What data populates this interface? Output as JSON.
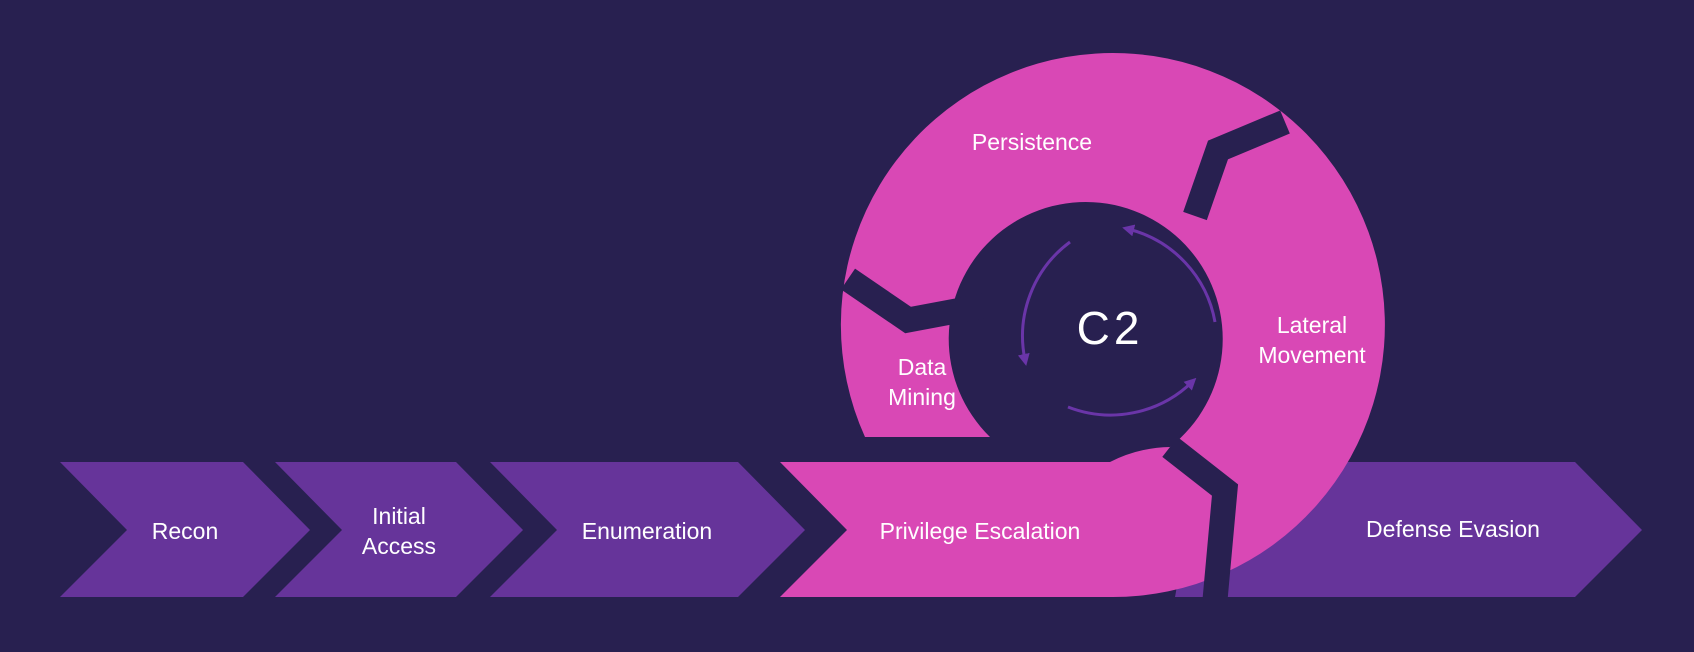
{
  "diagram": {
    "colors": {
      "background": "#282050",
      "purple": "#66349a",
      "magenta": "#d948b5",
      "arrow": "#6a35a8",
      "text": "#ffffff"
    },
    "stages": {
      "recon": {
        "label": "Recon"
      },
      "initial_access": {
        "line1": "Initial",
        "line2": "Access"
      },
      "enumeration": {
        "label": "Enumeration"
      },
      "privilege_escalation": {
        "label": "Privilege Escalation"
      },
      "defense_evasion": {
        "label": "Defense Evasion"
      }
    },
    "cycle": {
      "center": "C2",
      "persistence": {
        "label": "Persistence"
      },
      "lateral_movement": {
        "line1": "Lateral",
        "line2": "Movement"
      },
      "data_mining": {
        "line1": "Data",
        "line2": "Mining"
      }
    }
  }
}
